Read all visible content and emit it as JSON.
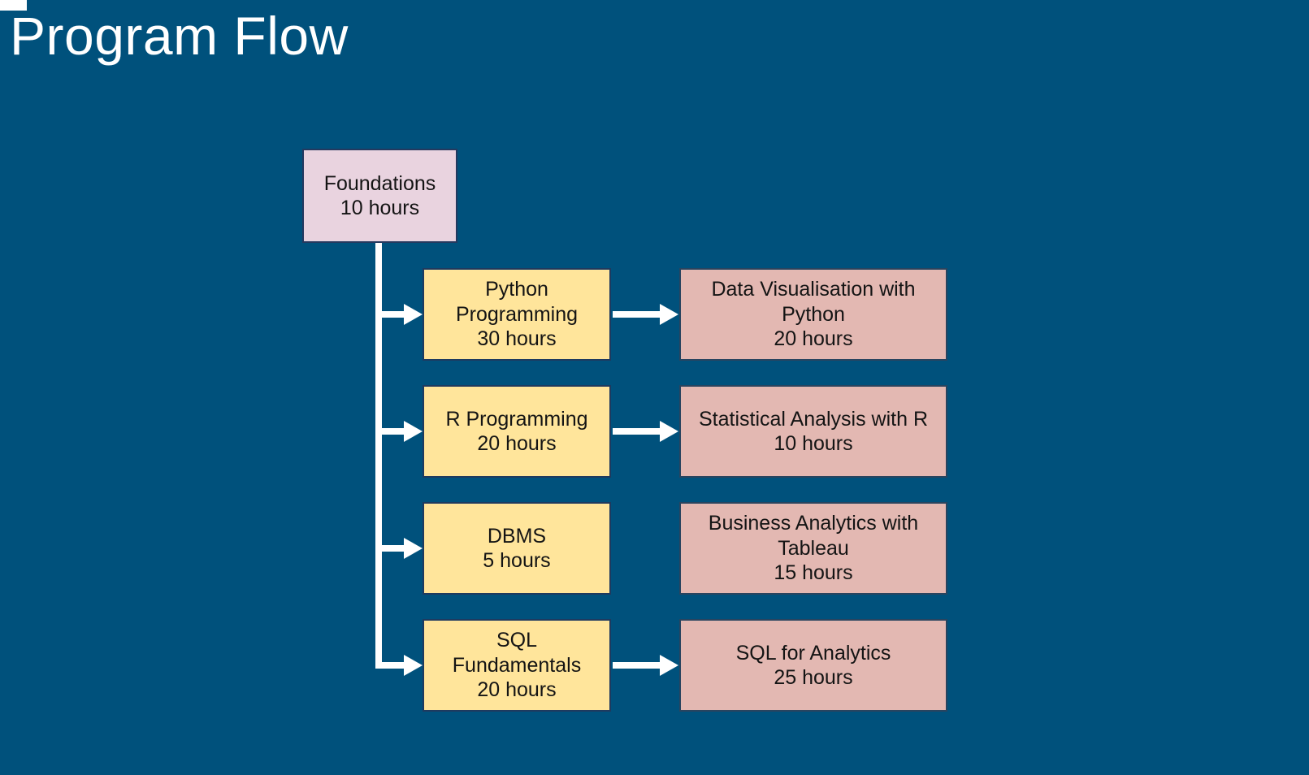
{
  "slide": {
    "title": "Program Flow",
    "background_color": "#00517C",
    "colors": {
      "root_fill": "#E9D3DF",
      "course_fill": "#FFE59B",
      "advanced_fill": "#E3B8B2",
      "node_border": "#1E3A5F",
      "arrow": "#FFFFFF",
      "title_text": "#FFFFFF",
      "node_text": "#141414"
    }
  },
  "nodes": {
    "foundations": {
      "name": "Foundations",
      "hours": "10 hours"
    },
    "python": {
      "name": "Python Programming",
      "hours": "30 hours"
    },
    "dataviz": {
      "name": "Data Visualisation with Python",
      "hours": "20 hours"
    },
    "r": {
      "name": "R Programming",
      "hours": "20 hours"
    },
    "stats": {
      "name": "Statistical Analysis with R",
      "hours": "10 hours"
    },
    "dbms": {
      "name": "DBMS",
      "hours": "5 hours"
    },
    "tableau": {
      "name": "Business Analytics with Tableau",
      "hours": "15 hours"
    },
    "sqlfund": {
      "name": "SQL Fundamentals",
      "hours": "20 hours"
    },
    "sqlanalytics": {
      "name": "SQL for Analytics",
      "hours": "25 hours"
    }
  },
  "edges": {
    "foundations_to_python": "Foundations → Python Programming",
    "foundations_to_r": "Foundations → R Programming",
    "foundations_to_dbms": "Foundations → DBMS",
    "foundations_to_sqlfund": "Foundations → SQL Fundamentals",
    "python_to_dataviz": "Python Programming → Data Visualisation with Python",
    "r_to_stats": "R Programming → Statistical Analysis with R",
    "sqlfund_to_sqlanalytics": "SQL Fundamentals → SQL for Analytics"
  }
}
